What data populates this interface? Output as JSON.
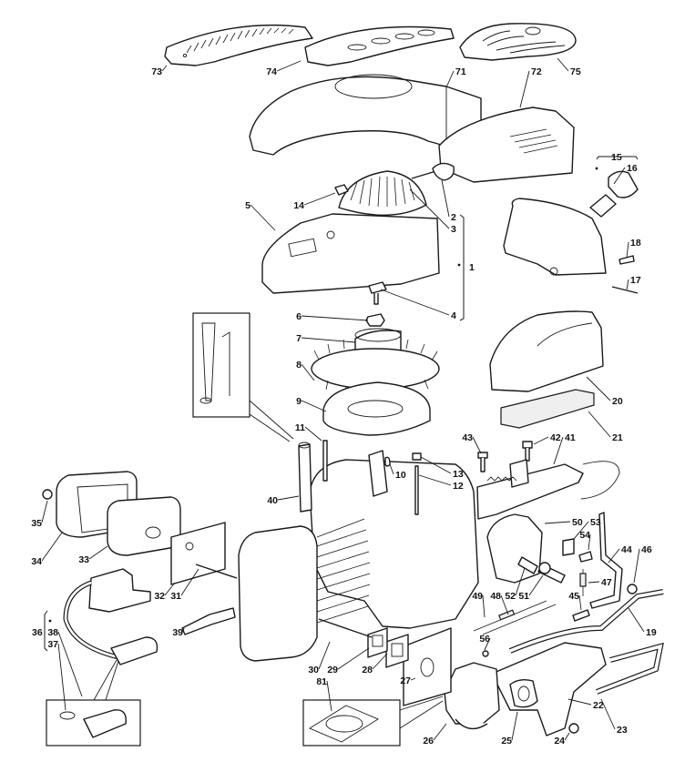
{
  "diagram": {
    "type": "exploded-parts-view",
    "subject": "engine assembly",
    "callouts": [
      {
        "id": "73",
        "label": "73",
        "part": "top-cover-ribbed"
      },
      {
        "id": "74",
        "label": "74",
        "part": "top-cover-slotted"
      },
      {
        "id": "75",
        "label": "75",
        "part": "top-cover-oval"
      },
      {
        "id": "71",
        "label": "71",
        "part": "engine-cover"
      },
      {
        "id": "72",
        "label": "72",
        "part": "side-cover"
      },
      {
        "id": "14",
        "label": "14",
        "part": "nut"
      },
      {
        "id": "5",
        "label": "5",
        "part": "recoil-starter-housing"
      },
      {
        "id": "2",
        "label": "2",
        "part": "starter-handle"
      },
      {
        "id": "3",
        "label": "3",
        "part": "starter-rope"
      },
      {
        "id": "1",
        "label": "1",
        "part": "recoil-starter-assembly"
      },
      {
        "id": "4",
        "label": "4",
        "part": "starter-pawl-kit"
      },
      {
        "id": "15",
        "label": "15",
        "part": "fuel-tank-assembly"
      },
      {
        "id": "16",
        "label": "16",
        "part": "fuel-cap"
      },
      {
        "id": "18",
        "label": "18",
        "part": "fuel-tank-fitting"
      },
      {
        "id": "17",
        "label": "17",
        "part": "pin"
      },
      {
        "id": "6",
        "label": "6",
        "part": "flywheel-nut"
      },
      {
        "id": "7",
        "label": "7",
        "part": "starter-cup"
      },
      {
        "id": "8",
        "label": "8",
        "part": "fan"
      },
      {
        "id": "9",
        "label": "9",
        "part": "flywheel"
      },
      {
        "id": "20",
        "label": "20",
        "part": "air-filter-cover"
      },
      {
        "id": "21",
        "label": "21",
        "part": "air-filter-element"
      },
      {
        "id": "11",
        "label": "11",
        "part": "stud"
      },
      {
        "id": "10",
        "label": "10",
        "part": "key"
      },
      {
        "id": "13",
        "label": "13",
        "part": "bolt"
      },
      {
        "id": "12",
        "label": "12",
        "part": "stud"
      },
      {
        "id": "40",
        "label": "40",
        "part": "dipstick-tube"
      },
      {
        "id": "43",
        "label": "43",
        "part": "bolt"
      },
      {
        "id": "42",
        "label": "42",
        "part": "bolt"
      },
      {
        "id": "41",
        "label": "41",
        "part": "brake-bracket"
      },
      {
        "id": "35",
        "label": "35",
        "part": "nut"
      },
      {
        "id": "34",
        "label": "34",
        "part": "muffler-guard"
      },
      {
        "id": "33",
        "label": "33",
        "part": "muffler"
      },
      {
        "id": "32",
        "label": "32",
        "part": "muffler-gasket"
      },
      {
        "id": "31",
        "label": "31",
        "part": "stud"
      },
      {
        "id": "39",
        "label": "39",
        "part": "spark-plug"
      },
      {
        "id": "36",
        "label": "36",
        "part": "ignition-coil-assembly"
      },
      {
        "id": "38",
        "label": "38",
        "part": "spark-plug-cap"
      },
      {
        "id": "37",
        "label": "37",
        "part": "spring-clip"
      },
      {
        "id": "50",
        "label": "50",
        "part": "governor-bracket"
      },
      {
        "id": "53",
        "label": "53",
        "part": "clamp"
      },
      {
        "id": "54",
        "label": "54",
        "part": "screw"
      },
      {
        "id": "44",
        "label": "44",
        "part": "governor-lever"
      },
      {
        "id": "46",
        "label": "46",
        "part": "nut"
      },
      {
        "id": "47",
        "label": "47",
        "part": "spring"
      },
      {
        "id": "52",
        "label": "52",
        "part": "spacer"
      },
      {
        "id": "51",
        "label": "51",
        "part": "bolt"
      },
      {
        "id": "49",
        "label": "49",
        "part": "throttle-link"
      },
      {
        "id": "48",
        "label": "48",
        "part": "governor-spring-link"
      },
      {
        "id": "45",
        "label": "45",
        "part": "bolt"
      },
      {
        "id": "56",
        "label": "56",
        "part": "clip"
      },
      {
        "id": "19",
        "label": "19",
        "part": "breather-tube"
      },
      {
        "id": "30",
        "label": "30",
        "part": "stud"
      },
      {
        "id": "29",
        "label": "29",
        "part": "exhaust-gasket"
      },
      {
        "id": "28",
        "label": "28",
        "part": "spacer-plate"
      },
      {
        "id": "27",
        "label": "27",
        "part": "carburetor-gasket"
      },
      {
        "id": "81",
        "label": "81",
        "part": "float-bowl-gasket"
      },
      {
        "id": "26",
        "label": "26",
        "part": "carburetor"
      },
      {
        "id": "25",
        "label": "25",
        "part": "intake-gasket"
      },
      {
        "id": "24",
        "label": "24",
        "part": "nut"
      },
      {
        "id": "22",
        "label": "22",
        "part": "air-filter-base"
      },
      {
        "id": "23",
        "label": "23",
        "part": "fuel-hose"
      }
    ],
    "kit_markers": [
      {
        "label": "1",
        "members": [
          "2",
          "3",
          "4"
        ]
      },
      {
        "label": "15",
        "members": [
          "16"
        ]
      },
      {
        "label": "36",
        "members": [
          "37",
          "38"
        ]
      }
    ]
  }
}
